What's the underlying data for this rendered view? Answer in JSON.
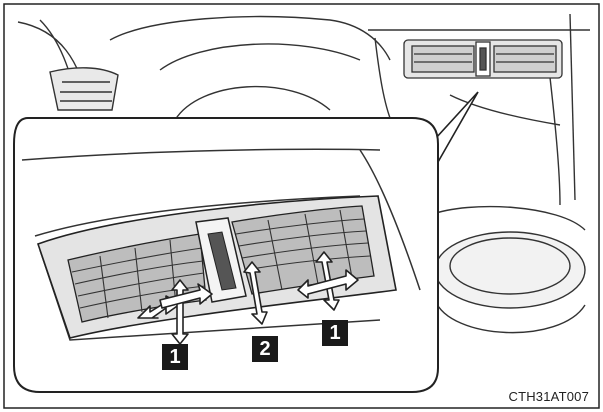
{
  "figure": {
    "callouts": {
      "left": "1",
      "center": "2",
      "right": "1"
    },
    "code": "CTH31AT007"
  }
}
